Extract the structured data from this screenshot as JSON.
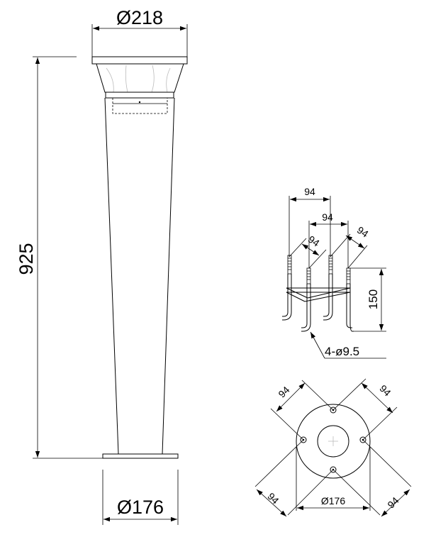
{
  "side_view": {
    "top_diameter": "Ø218",
    "height": "925",
    "base_diameter": "Ø176"
  },
  "bolt_detail": {
    "spacing_top": "94",
    "spacing_middle": "94",
    "spacing_left_diag": "94",
    "spacing_right_diag": "94",
    "bolt_height": "150",
    "hole_spec": "4-ø9.5"
  },
  "plan_view": {
    "spacing_upper_left": "94",
    "spacing_upper_right": "94",
    "spacing_lower_left": "94",
    "spacing_lower_right": "94",
    "base_diameter": "Ø176"
  }
}
